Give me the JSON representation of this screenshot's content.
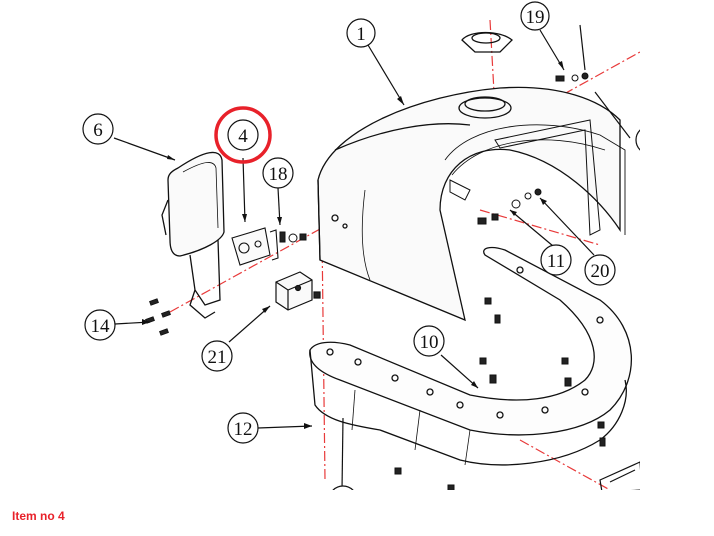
{
  "diagram": {
    "callouts": [
      {
        "id": "c1",
        "label": "1"
      },
      {
        "id": "c19",
        "label": "19"
      },
      {
        "id": "c6",
        "label": "6"
      },
      {
        "id": "c4",
        "label": "4",
        "highlighted": true
      },
      {
        "id": "c18",
        "label": "18"
      },
      {
        "id": "c11",
        "label": "11"
      },
      {
        "id": "c20",
        "label": "20"
      },
      {
        "id": "c14",
        "label": "14"
      },
      {
        "id": "c21",
        "label": "21"
      },
      {
        "id": "c10",
        "label": "10"
      },
      {
        "id": "c12",
        "label": "12"
      }
    ],
    "highlight_color": "#e8212a",
    "centerline_color": "#e83a3a"
  },
  "caption": {
    "text": "Item no 4"
  }
}
